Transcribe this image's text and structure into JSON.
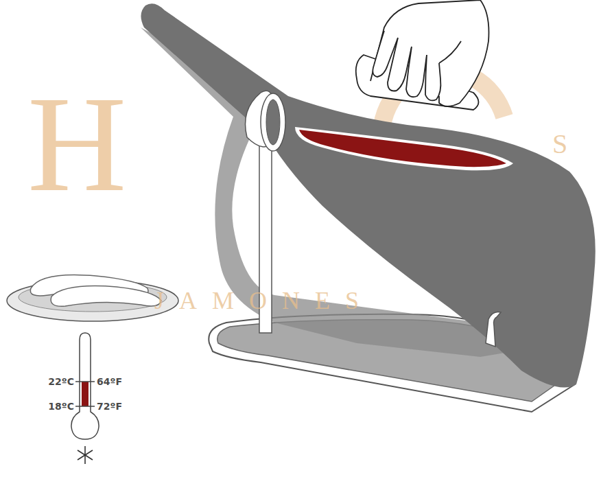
{
  "diagram": {
    "labels": [
      "H",
      "S",
      "JAMONES",
      "22ºC",
      "64ºF",
      "18ºC",
      "72ºF"
    ]
  }
}
